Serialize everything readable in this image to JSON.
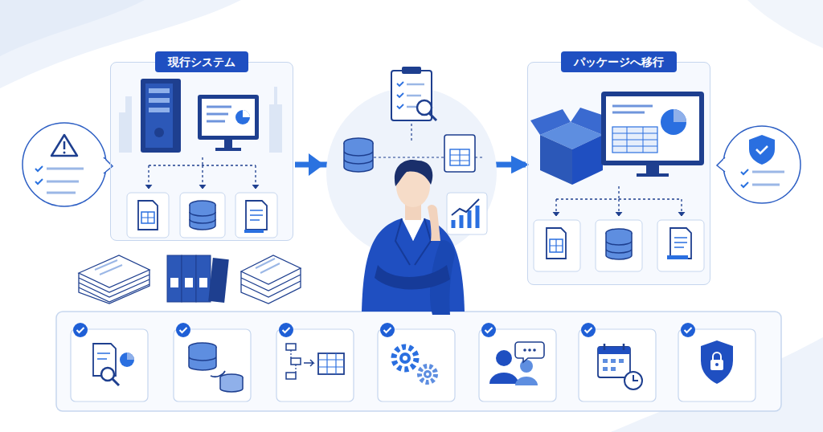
{
  "diagram": {
    "nodes": [
      {
        "text": [
          "現行システム"
        ]
      },
      {
        "text": [
          "パッケージへ移行"
        ]
      }
    ],
    "edges": [
      {
        "from": 0,
        "to": 1,
        "arrow": "to"
      }
    ]
  }
}
